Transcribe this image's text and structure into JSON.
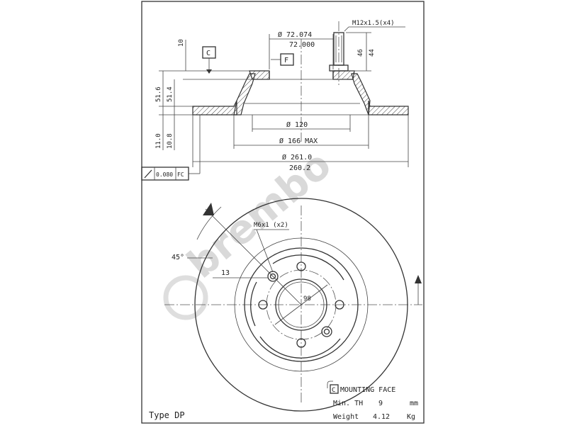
{
  "drawing": {
    "dims": {
      "bore_dia_1": "Ø 72.074",
      "bore_dia_2": "72.000",
      "stud_thread": "M12x1.5(x4)",
      "stud_h1": "46",
      "stud_h2": "44",
      "hub_step": "10",
      "datum_c": "C",
      "datum_f": "F",
      "height_1": "51.6",
      "height_2": "51.4",
      "thick_1": "11.0",
      "thick_2": "10.8",
      "dia_120": "Ø 120",
      "dia_166": "Ø 166 MAX",
      "dia_261": "Ø 261.0",
      "dia_260": "260.2",
      "runout_value": "0.080",
      "runout_datum": "FC",
      "screw_thread": "M6x1 (x2)",
      "angle_45": "45°",
      "hole_13": "13",
      "pcd_98": "98"
    },
    "notes": {
      "mounting_face_box": "C",
      "mounting_face_label": "MOUNTING FACE",
      "min_th_label": "Min. TH",
      "min_th_value": "9",
      "min_th_unit": "mm",
      "weight_label": "Weight",
      "weight_value": "4.12",
      "weight_unit": "Kg"
    },
    "type_label": "Type DP",
    "watermark": "brembo"
  }
}
